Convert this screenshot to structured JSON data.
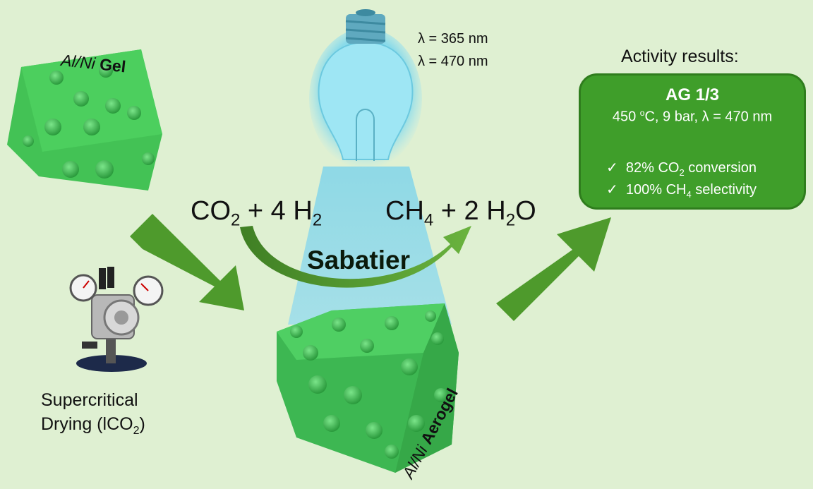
{
  "gel_label": {
    "prefix": "Al/Ni ",
    "bold": "Gel"
  },
  "aerogel_label": {
    "prefix": "Al/Ni ",
    "bold": "Aerogel"
  },
  "wavelengths": [
    "λ = 365 nm",
    "λ = 470 nm"
  ],
  "reaction": {
    "reactants": {
      "a": "CO",
      "a_sub": "2",
      "b": " + 4 H",
      "b_sub": "2"
    },
    "products": {
      "a": "CH",
      "a_sub": "4",
      "b": " + 2 H",
      "b_sub": "2",
      "c": "O"
    },
    "name": "Sabatier"
  },
  "drying": {
    "line1": "Supercritical",
    "line2": "Drying (lCO",
    "sub": "2",
    "close": ")"
  },
  "activity": {
    "title": "Activity results:",
    "sample": "AG 1/3",
    "conditions": {
      "pre": "450 ",
      "deg": "o",
      "post": "C, 9 bar, λ = 470 nm"
    },
    "results": [
      {
        "check": "✓",
        "pre": "82% CO",
        "sub": "2",
        "post": " conversion"
      },
      {
        "check": "✓",
        "pre": "100% CH",
        "sub": "4",
        "post": " selectivity"
      }
    ]
  },
  "colors": {
    "background": "#dff0d2",
    "arrow": "#4e9a2c",
    "box": "#3f9e2a",
    "cube": "#3fbe54",
    "bulb": "#8ee0f0",
    "beam": "#7fd3e6"
  }
}
